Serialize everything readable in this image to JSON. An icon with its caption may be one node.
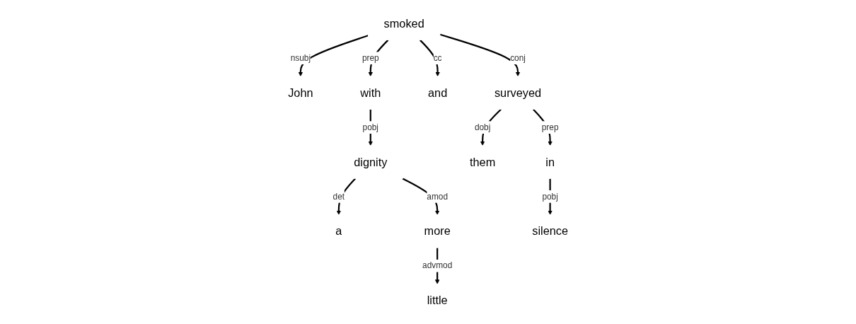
{
  "diagram": {
    "nodes": [
      {
        "text": [
          "John"
        ]
      },
      {
        "text": [
          "smoked"
        ]
      },
      {
        "text": [
          "with"
        ]
      },
      {
        "text": [
          "a"
        ]
      },
      {
        "text": [
          "little"
        ]
      },
      {
        "text": [
          "more"
        ]
      },
      {
        "text": [
          "dignity"
        ]
      },
      {
        "text": [
          "and"
        ]
      },
      {
        "text": [
          "surveyed"
        ]
      },
      {
        "text": [
          "them"
        ]
      },
      {
        "text": [
          "in"
        ]
      },
      {
        "text": [
          "silence"
        ]
      }
    ],
    "edges": [
      {
        "from": 1,
        "to": 0,
        "arrow": "to",
        "label": "nsubj"
      },
      {
        "from": 1,
        "to": 2,
        "arrow": "to",
        "label": "prep"
      },
      {
        "from": 2,
        "to": 6,
        "arrow": "to",
        "label": "pobj"
      },
      {
        "from": 6,
        "to": 3,
        "arrow": "to",
        "label": "det"
      },
      {
        "from": 6,
        "to": 5,
        "arrow": "to",
        "label": "amod"
      },
      {
        "from": 5,
        "to": 4,
        "arrow": "to",
        "label": "advmod"
      },
      {
        "from": 1,
        "to": 7,
        "arrow": "to",
        "label": "cc"
      },
      {
        "from": 1,
        "to": 8,
        "arrow": "to",
        "label": "conj"
      },
      {
        "from": 8,
        "to": 9,
        "arrow": "to",
        "label": "dobj"
      },
      {
        "from": 8,
        "to": 10,
        "arrow": "to",
        "label": "prep"
      },
      {
        "from": 10,
        "to": 11,
        "arrow": "to",
        "label": "pobj"
      }
    ]
  }
}
